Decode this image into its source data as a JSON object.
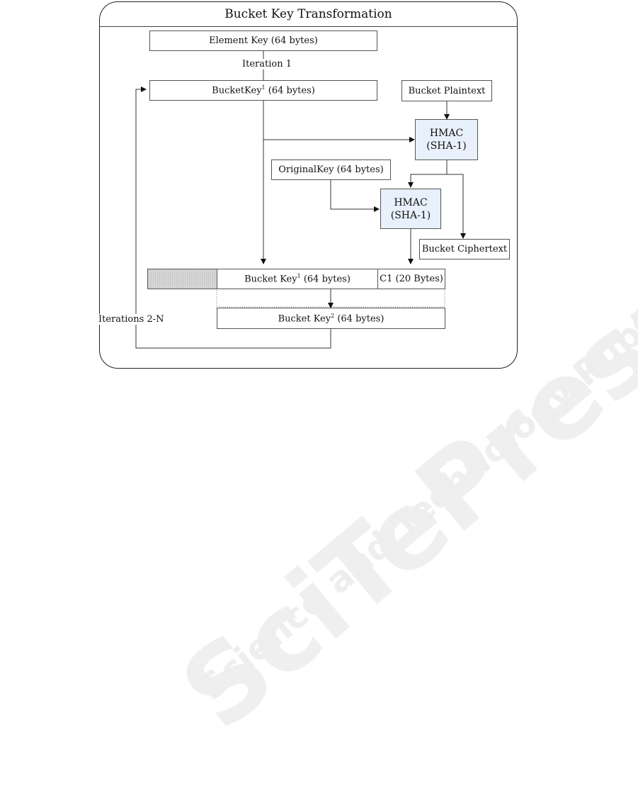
{
  "title": "Bucket Key Transformation",
  "boxes": {
    "element_key": "Element Key (64 bytes)",
    "bucket_key1_base": "BucketKey",
    "bucket_key1_sup": "1",
    "bucket_key1_suffix": " (64 bytes)",
    "bucket_plaintext": "Bucket Plaintext",
    "hmac_1_line1": "HMAC",
    "hmac_1_line2": "(SHA-1)",
    "original_key": "OriginalKey (64 bytes)",
    "hmac_2_line1": "HMAC",
    "hmac_2_line2": "(SHA-1)",
    "bucket_ciphertext": "Bucket Ciphertext",
    "concat_key_base": "Bucket Key",
    "concat_key_sup": "1",
    "concat_key_suffix": " (64 bytes)",
    "c1": "C1 (20 Bytes)",
    "bucket_key2_base": "Bucket Key",
    "bucket_key2_sup": "2",
    "bucket_key2_suffix": " (64 bytes)"
  },
  "labels": {
    "iteration1": "Iteration 1",
    "iterations_2n": "Iterations 2-N"
  },
  "watermark": {
    "line1": "SciTePress",
    "line2": "Science and Technology Publications"
  },
  "colors": {
    "hmac_fill": "#e8f0fb",
    "padding_fill": "#d6d6d6",
    "watermark": "#ececec"
  }
}
